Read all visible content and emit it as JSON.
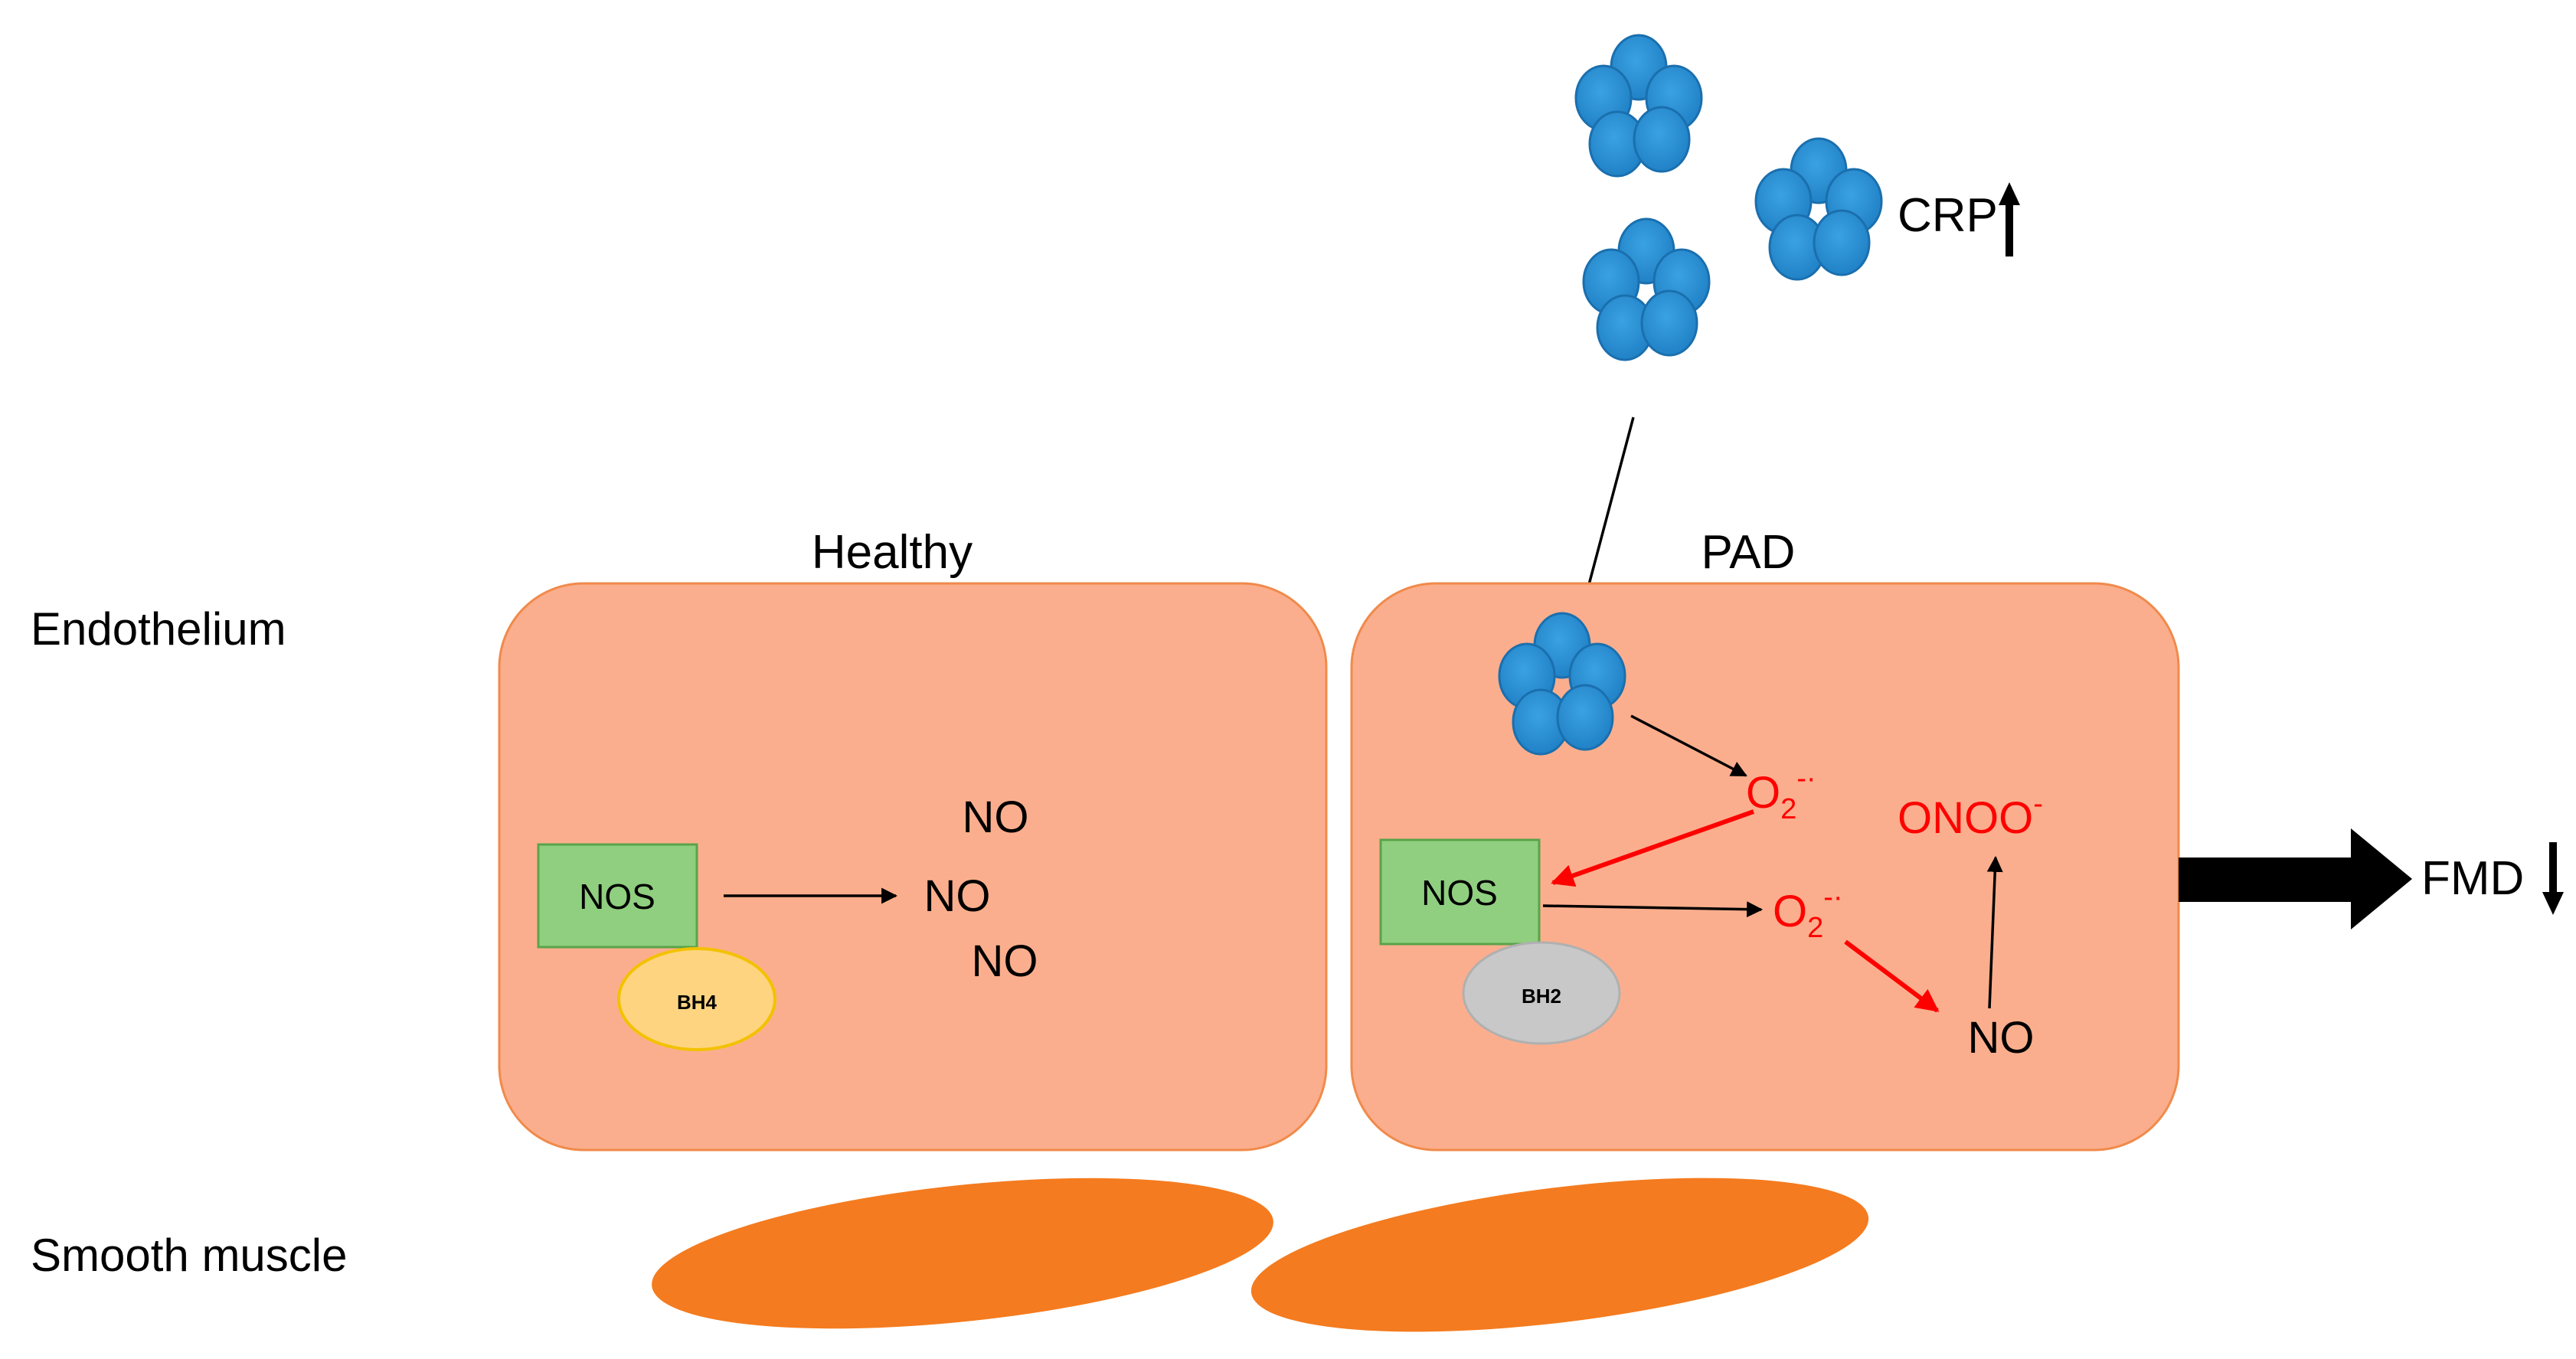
{
  "labels": {
    "endothelium": "Endothelium",
    "smooth_muscle": "Smooth muscle",
    "healthy": "Healthy",
    "pad": "PAD",
    "crp": "CRP",
    "fmd": "FMD"
  },
  "healthy_cell": {
    "nos": "NOS",
    "cofactor": "BH4",
    "products": [
      "NO",
      "NO",
      "NO"
    ]
  },
  "pad_cell": {
    "nos": "NOS",
    "cofactor": "BH2",
    "superoxide_base": "O",
    "superoxide_subscript": "2",
    "superoxide_charge": "-·",
    "peroxynitrite_base": "ONOO",
    "peroxynitrite_charge": "-",
    "nitric_oxide": "NO"
  },
  "colors": {
    "cell_fill": "#fbae8d",
    "cell_stroke": "#f08a4b",
    "smooth_muscle": "#f47b1f",
    "nos_fill": "#8fcf7f",
    "nos_stroke": "#5aa34a",
    "bh4_fill": "#ffd480",
    "bh4_stroke": "#f2c200",
    "bh2_fill": "#c8c8c8",
    "crp_blue": "#2e8fd4",
    "reactive_red": "#ff0000"
  },
  "icons": {
    "crp_trend": "up-arrow-icon",
    "fmd_trend": "down-arrow-icon"
  }
}
